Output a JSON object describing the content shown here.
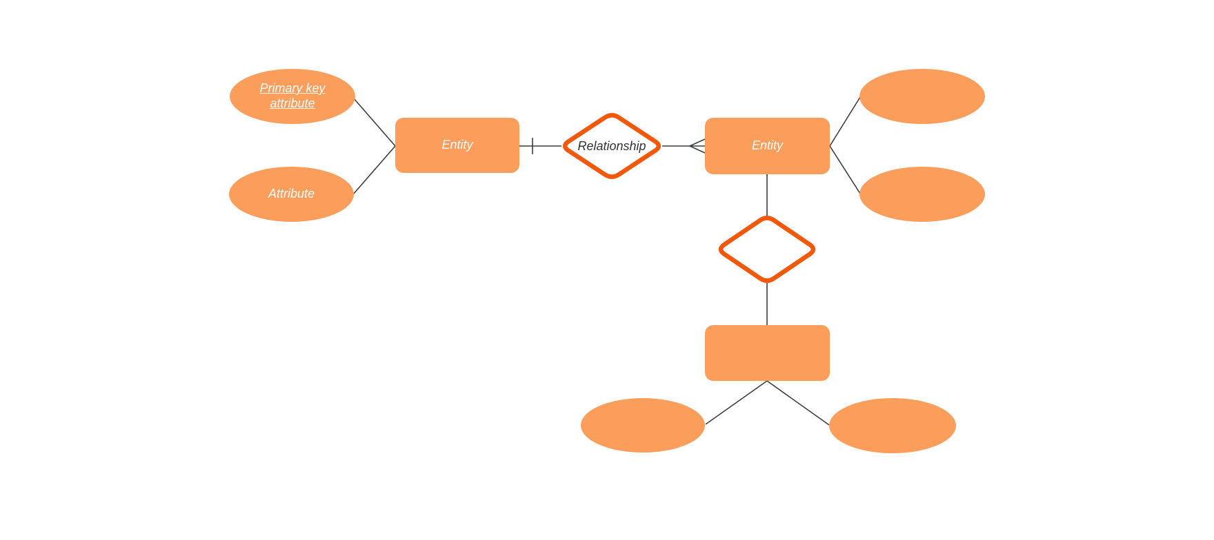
{
  "canvas": {
    "background_color": "#ffffff"
  },
  "palette": {
    "shape_fill": "#FB9D5B",
    "diamond_border": "#F2570A",
    "diamond_fill": "#ffffff",
    "connector_color": "#3B3B3B",
    "shape_label_color": "#ffffff",
    "diamond_label_color": "#333333"
  },
  "nodes": {
    "pk_attribute": {
      "shape": "ellipse",
      "label": "Primary key attribute",
      "text_style": "italic underlined"
    },
    "attribute": {
      "shape": "ellipse",
      "label": "Attribute",
      "text_style": "italic"
    },
    "entity_left": {
      "shape": "rectangle",
      "label": "Entity",
      "text_style": "italic"
    },
    "relationship": {
      "shape": "diamond",
      "label": "Relationship",
      "text_style": "italic"
    },
    "entity_right": {
      "shape": "rectangle",
      "label": "Entity",
      "text_style": "italic"
    },
    "attribute_top_right": {
      "shape": "ellipse",
      "label": ""
    },
    "attribute_middle_right": {
      "shape": "ellipse",
      "label": ""
    },
    "relationship_empty": {
      "shape": "diamond",
      "label": ""
    },
    "entity_bottom": {
      "shape": "rectangle",
      "label": ""
    },
    "attribute_bottom_left": {
      "shape": "ellipse",
      "label": ""
    },
    "attribute_bottom_right": {
      "shape": "ellipse",
      "label": ""
    }
  },
  "connectors": [
    {
      "from": "pk_attribute",
      "to": "entity_left"
    },
    {
      "from": "attribute",
      "to": "entity_left"
    },
    {
      "from": "entity_left",
      "to": "relationship",
      "cardinality": "one (tick mark)"
    },
    {
      "from": "relationship",
      "to": "entity_right",
      "cardinality": "many (crow's foot)"
    },
    {
      "from": "entity_right",
      "to": "attribute_top_right"
    },
    {
      "from": "entity_right",
      "to": "attribute_middle_right"
    },
    {
      "from": "entity_right",
      "to": "relationship_empty"
    },
    {
      "from": "relationship_empty",
      "to": "entity_bottom"
    },
    {
      "from": "entity_bottom",
      "to": "attribute_bottom_left"
    },
    {
      "from": "entity_bottom",
      "to": "attribute_bottom_right"
    }
  ]
}
